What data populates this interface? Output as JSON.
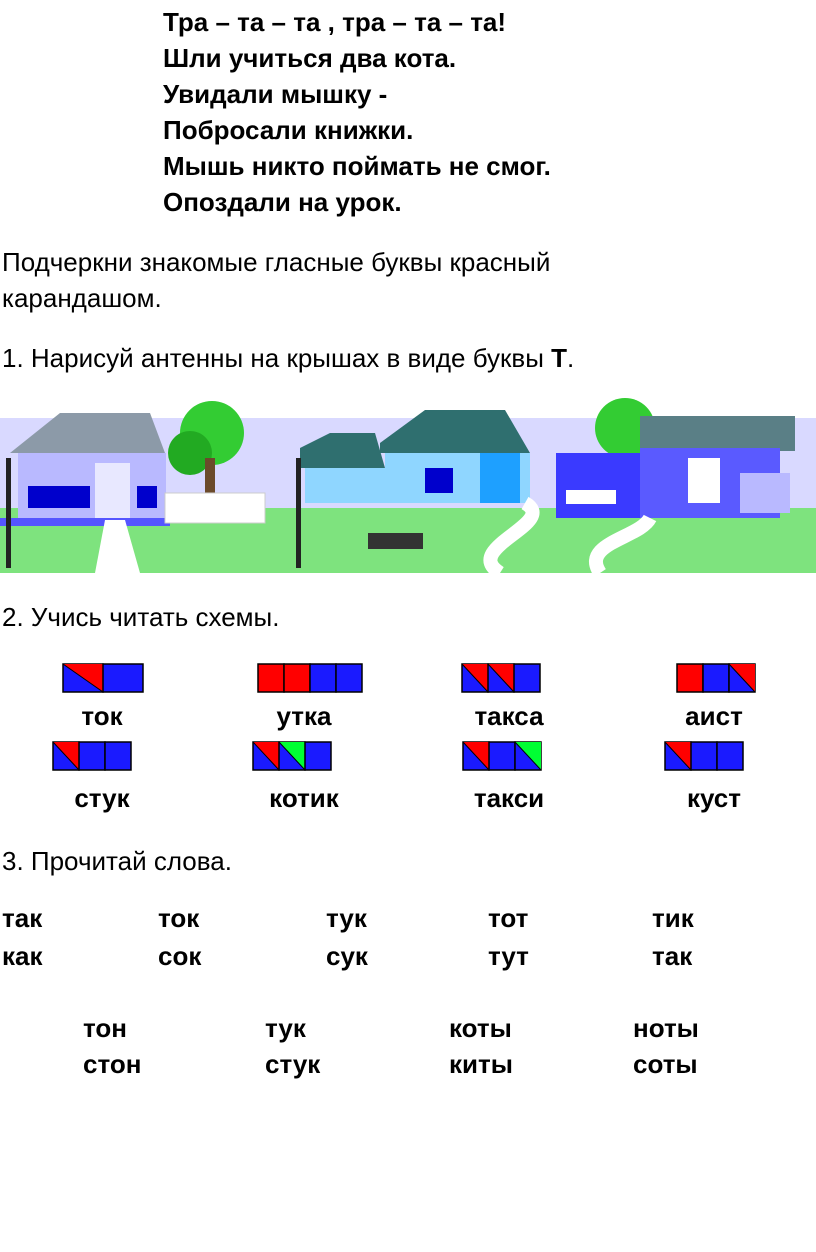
{
  "poem": [
    "Тра – та – та , тра – та – та!",
    "Шли учиться два кота.",
    "Увидали мышку -",
    "Побросали книжки.",
    "Мышь никто поймать не смог.",
    "Опоздали на урок."
  ],
  "instruction": "Подчеркни знакомые гласные буквы красный карандашом.",
  "task1": {
    "text": "1. Нарисуй антенны на крышах в виде буквы ",
    "letter": "Т",
    "end": "."
  },
  "task2": "2. Учись читать схемы.",
  "schemes": [
    {
      "word": "ток",
      "cells": [
        "diag",
        "blue"
      ]
    },
    {
      "word": "утка",
      "cells": [
        "red",
        "red",
        "blue",
        "blue"
      ]
    },
    {
      "word": "такса",
      "cells": [
        "diag",
        "diag",
        "blue"
      ]
    },
    {
      "word": "аист",
      "cells": [
        "red",
        "blue",
        "diag"
      ]
    },
    {
      "word": "стук",
      "cells": [
        "diag",
        "blue",
        "blue"
      ]
    },
    {
      "word": "котик",
      "cells": [
        "diag",
        "green",
        "blue"
      ]
    },
    {
      "word": "такси",
      "cells": [
        "diag",
        "blue",
        "green"
      ]
    },
    {
      "word": "куст",
      "cells": [
        "diag",
        "blue",
        "blue"
      ]
    }
  ],
  "task3": "3. Прочитай слова.",
  "words_a": [
    [
      "так",
      "ток",
      "тук",
      "тот",
      "тик"
    ],
    [
      "как",
      "сок",
      "сук",
      "тут",
      "так"
    ]
  ],
  "words_b": [
    [
      "тон",
      "тук",
      "коты",
      "ноты"
    ],
    [
      "стон",
      "стук",
      "киты",
      "соты"
    ]
  ],
  "colors": {
    "red": "#ff0000",
    "blue": "#1a1aff",
    "green": "#00ff33",
    "border": "#000000"
  }
}
